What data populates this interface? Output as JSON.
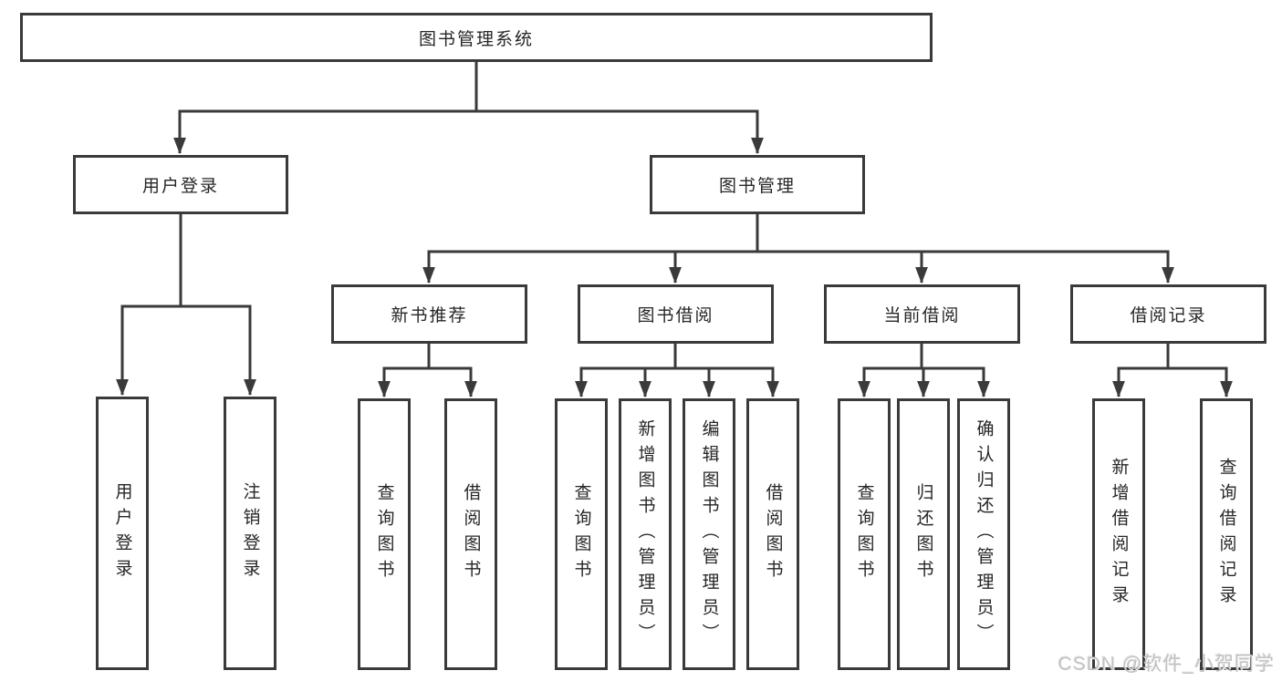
{
  "diagram": {
    "tree": {
      "label": "图书管理系统",
      "children": [
        {
          "label": "用户登录",
          "children": [
            {
              "label": "用户登录"
            },
            {
              "label": "注销登录"
            }
          ]
        },
        {
          "label": "图书管理",
          "children": [
            {
              "label": "新书推荐",
              "children": [
                {
                  "label": "查询图书"
                },
                {
                  "label": "借阅图书"
                }
              ]
            },
            {
              "label": "图书借阅",
              "children": [
                {
                  "label": "查询图书"
                },
                {
                  "label": "新增图书（管理员）"
                },
                {
                  "label": "编辑图书（管理员）"
                },
                {
                  "label": "借阅图书"
                }
              ]
            },
            {
              "label": "当前借阅",
              "children": [
                {
                  "label": "查询图书"
                },
                {
                  "label": "归还图书"
                },
                {
                  "label": "确认归还（管理员）"
                }
              ]
            },
            {
              "label": "借阅记录",
              "children": [
                {
                  "label": "新增借阅记录"
                },
                {
                  "label": "查询借阅记录"
                }
              ]
            }
          ]
        }
      ]
    }
  },
  "watermark": "CSDN @软件_小贺同学",
  "colors": {
    "line": "#3a3a3a",
    "border": "#3a3a3a",
    "text": "#262626",
    "background": "#ffffff",
    "watermark": "#c2c2c2"
  }
}
